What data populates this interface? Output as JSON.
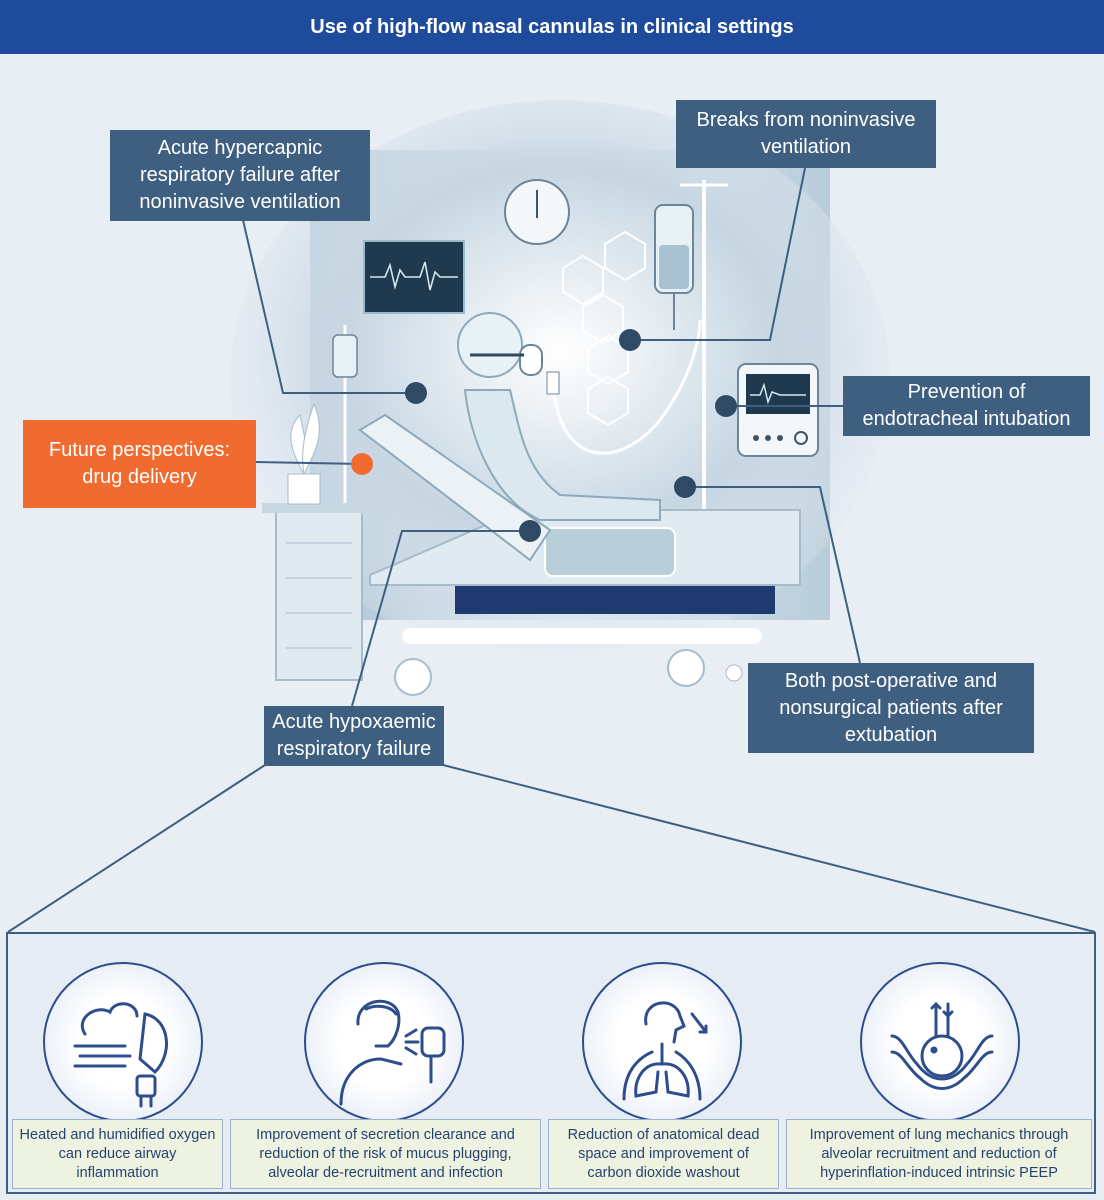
{
  "header": {
    "title": "Use of high-flow nasal cannulas in clinical settings"
  },
  "callouts": {
    "hypercapnic": "Acute hypercapnic respiratory failure after noninvasive ventilation",
    "breaks": "Breaks from noninvasive ventilation",
    "prevention": "Prevention of endotracheal intubation",
    "future": "Future perspectives: drug delivery",
    "postop": "Both post-operative and nonsurgical patients after extubation",
    "hypoxaemic": "Acute hypoxaemic respiratory failure"
  },
  "benefits": [
    {
      "icon": "heated-humidified-oxygen-mask-icon",
      "label": "Heated and humidified oxygen can reduce airway inflammation"
    },
    {
      "icon": "person-coughing-icon",
      "label": "Improvement of secretion clearance and reduction of the risk of mucus plugging, alveolar de-recruitment and infection"
    },
    {
      "icon": "respiratory-airway-lungs-icon",
      "label": "Reduction of anatomical dead space and improvement of carbon dioxide washout"
    },
    {
      "icon": "alveolus-flask-arrows-icon",
      "label": "Improvement of lung mechanics through alveolar recruitment and reduction of hyperinflation-induced intrinsic PEEP"
    }
  ],
  "colors": {
    "header": "#1f4b9c",
    "callout": "#3f5f80",
    "accent": "#ef6b2f",
    "icon_line": "#2d4d8c",
    "label_bg": "#eef3e1"
  }
}
